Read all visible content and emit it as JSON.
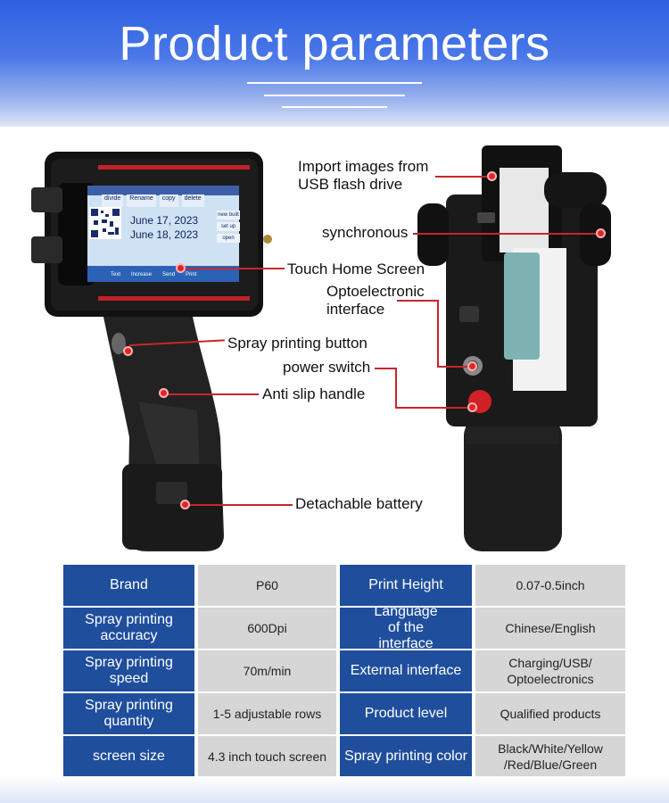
{
  "header": {
    "title": "Product parameters"
  },
  "screen": {
    "tabs": [
      "divide",
      "Rename",
      "copy",
      "delete"
    ],
    "date1": "June 17, 2023",
    "date2": "June 18, 2023",
    "side_buttons": [
      "new built",
      "set up",
      "open"
    ],
    "bottom_buttons": [
      "Text",
      "Increase",
      "Send",
      "Print"
    ]
  },
  "labels": {
    "import_images": "Import images from USB flash drive",
    "synchronous": "synchronous",
    "touch_screen": "Touch Home Screen",
    "optoelectronic": "Optoelectronic interface",
    "spray_button": "Spray printing button",
    "power_switch": "power switch",
    "anti_slip": "Anti slip handle",
    "battery": "Detachable battery"
  },
  "specs": [
    {
      "k1": "Brand",
      "v1": "P60",
      "k2": "Print Height",
      "v2": "0.07-0.5inch"
    },
    {
      "k1": "Spray printing accuracy",
      "v1": "600Dpi",
      "k2": "Language of the interface",
      "v2": "Chinese/English"
    },
    {
      "k1": "Spray printing speed",
      "v1": "70m/min",
      "k2": "External interface",
      "v2": "Charging/USB/ Optoelectronics"
    },
    {
      "k1": "Spray printing quantity",
      "v1": "1-5 adjustable rows",
      "k2": "Product level",
      "v2": "Qualified products"
    },
    {
      "k1": "screen size",
      "v1": "4.3 inch touch screen",
      "k2": "Spray printing color",
      "v2": "Black/White/Yellow /Red/Blue/Green"
    }
  ],
  "colors": {
    "header": "#2d5fe0",
    "key_cell": "#1f4e9c",
    "value_cell": "#d6d6d6",
    "marker": "#e0262b"
  }
}
